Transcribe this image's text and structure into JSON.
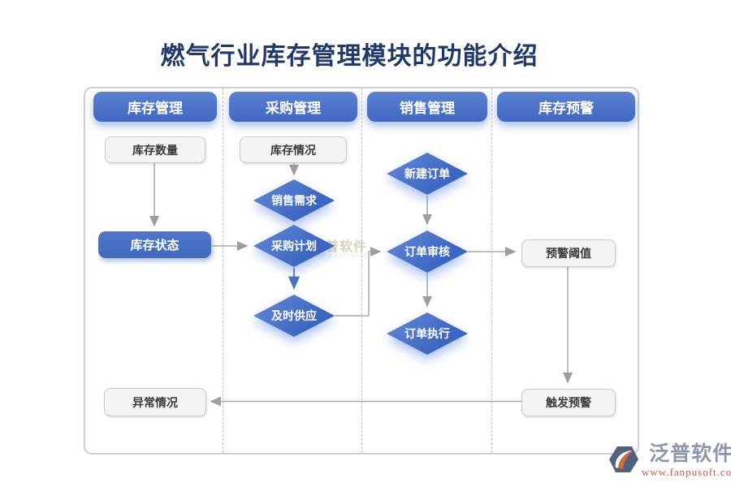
{
  "page": {
    "title": "燃气行业库存管理模块的功能介绍"
  },
  "lanes": [
    {
      "header": "库存管理"
    },
    {
      "header": "采购管理"
    },
    {
      "header": "销售管理"
    },
    {
      "header": "库存预警"
    }
  ],
  "nodes": {
    "inventory_qty": "库存数量",
    "inventory_status": "库存状态",
    "abnormal_case": "异常情况",
    "inventory_situation": "库存情况",
    "sales_demand": "销售需求",
    "purchase_plan": "采购计划",
    "timely_supply": "及时供应",
    "new_order": "新建订单",
    "order_review": "订单审核",
    "order_exec": "订单执行",
    "alert_threshold": "预警阈值",
    "trigger_alert": "触发预警"
  },
  "watermark": {
    "text": "泛普软件",
    "subtext": "FANPU SOFTWARE"
  },
  "brand": {
    "name": "泛普软件",
    "url": "www.fanpusoft.com"
  },
  "colors": {
    "title": "#21386B",
    "accent_blue": "#4472C4",
    "arrow_gray": "#9E9E9E",
    "brand_red": "#C05B55"
  }
}
